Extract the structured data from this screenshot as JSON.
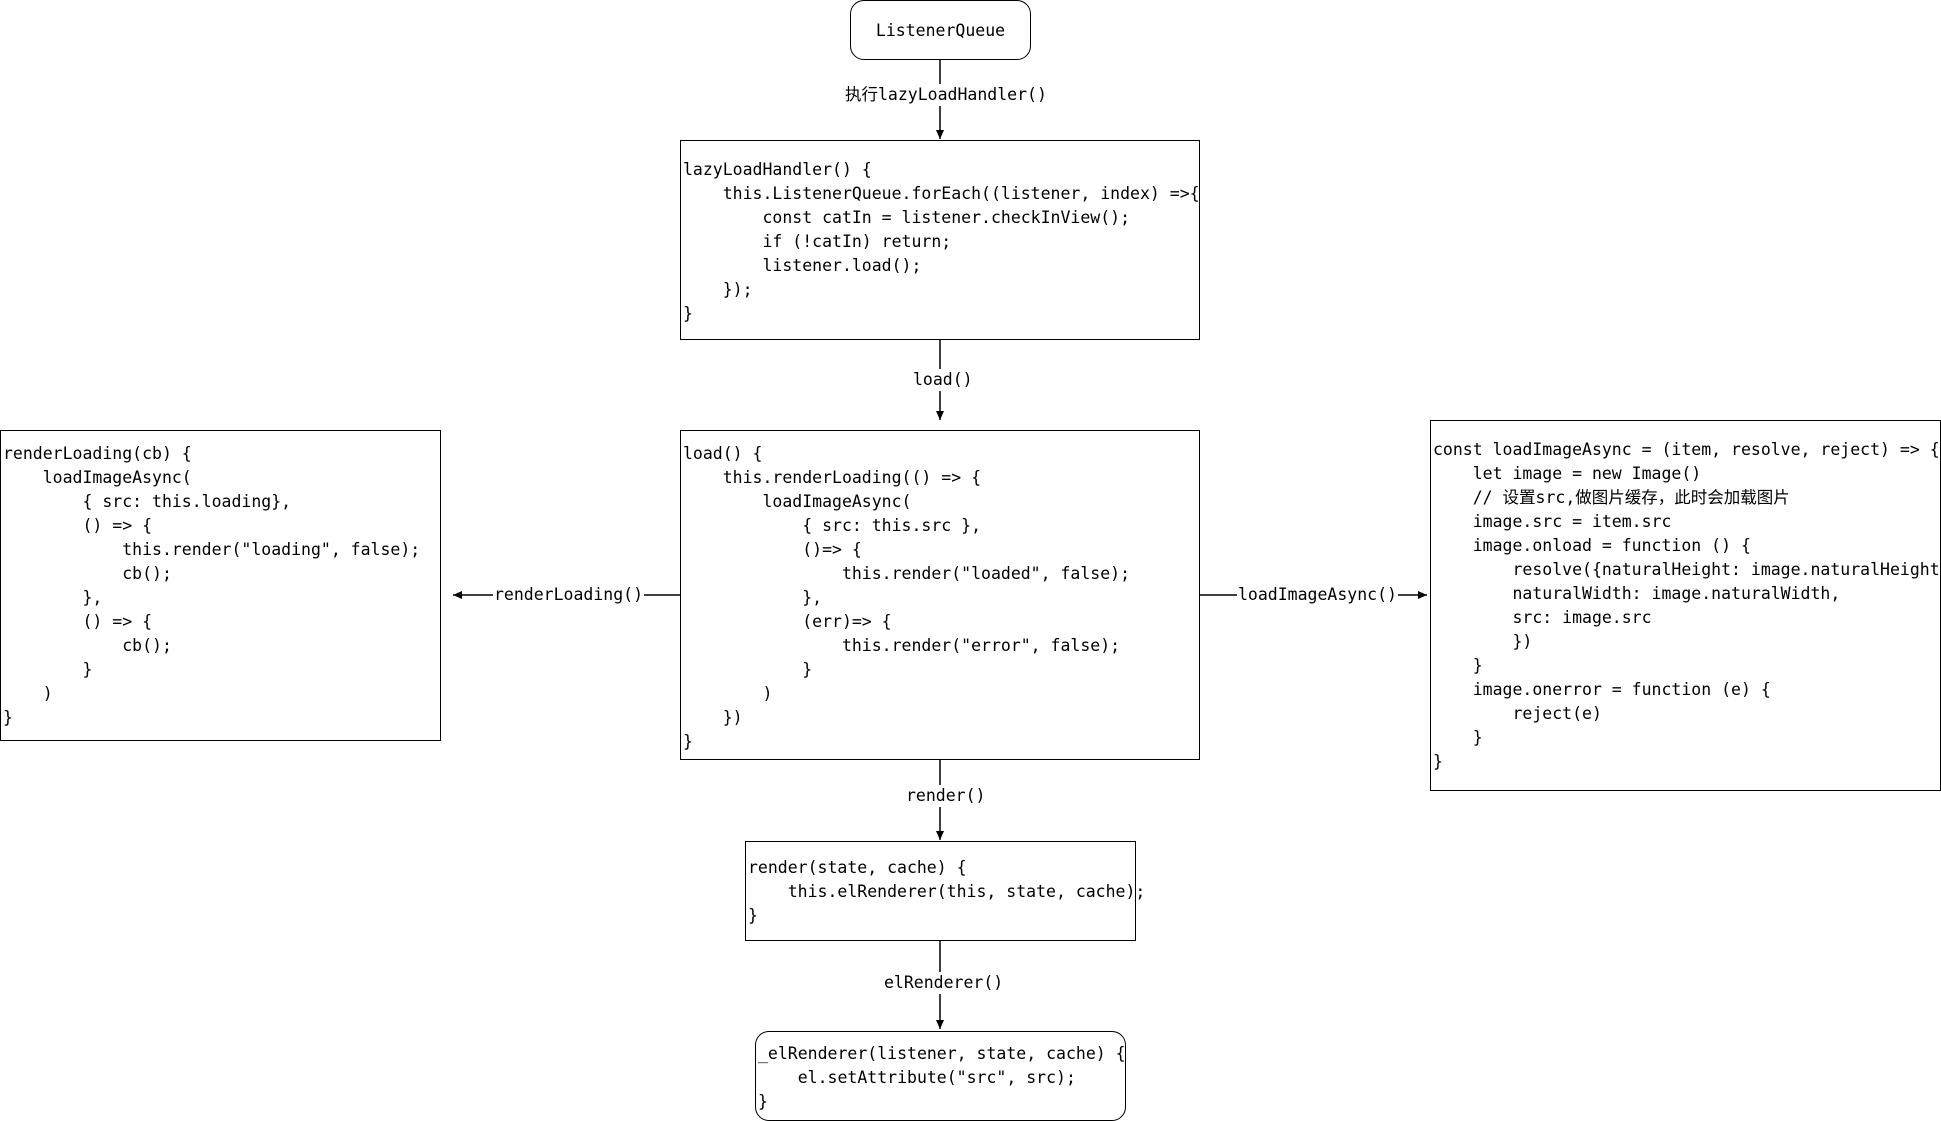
{
  "nodes": {
    "listener_queue": "ListenerQueue",
    "lazy_load_handler": "lazyLoadHandler() {\n    this.ListenerQueue.forEach((listener, index) =>{\n        const catIn = listener.checkInView();\n        if (!catIn) return;\n        listener.load();\n    });\n}",
    "load": "load() {\n    this.renderLoading(() => {\n        loadImageAsync(\n            { src: this.src },\n            ()=> {\n                this.render(\"loaded\", false);\n            },\n            (err)=> {\n                this.render(\"error\", false);\n            }\n        )\n    })\n}",
    "render_loading": "renderLoading(cb) {\n    loadImageAsync(\n        { src: this.loading},\n        () => {\n            this.render(\"loading\", false);\n            cb();\n        },\n        () => {\n            cb();\n        }\n    )\n}",
    "load_image_async": "const loadImageAsync = (item, resolve, reject) => {\n    let image = new Image()\n    // 设置src,做图片缓存，此时会加载图片\n    image.src = item.src\n    image.onload = function () {\n        resolve({naturalHeight: image.naturalHeight,\n        naturalWidth: image.naturalWidth,\n        src: image.src\n        })\n    }\n    image.onerror = function (e) {\n        reject(e)\n    }\n}",
    "render": "render(state, cache) {\n    this.elRenderer(this, state, cache);\n}",
    "el_renderer": "_elRenderer(listener, state, cache) {\n    el.setAttribute(\"src\", src);\n}"
  },
  "edges": {
    "queue_to_handler": "执行lazyLoadHandler()",
    "handler_to_load": "load()",
    "load_to_render_loading": "renderLoading()",
    "load_to_load_image_async": "loadImageAsync()",
    "load_to_render": "render()",
    "render_to_el_renderer": "elRenderer()"
  }
}
